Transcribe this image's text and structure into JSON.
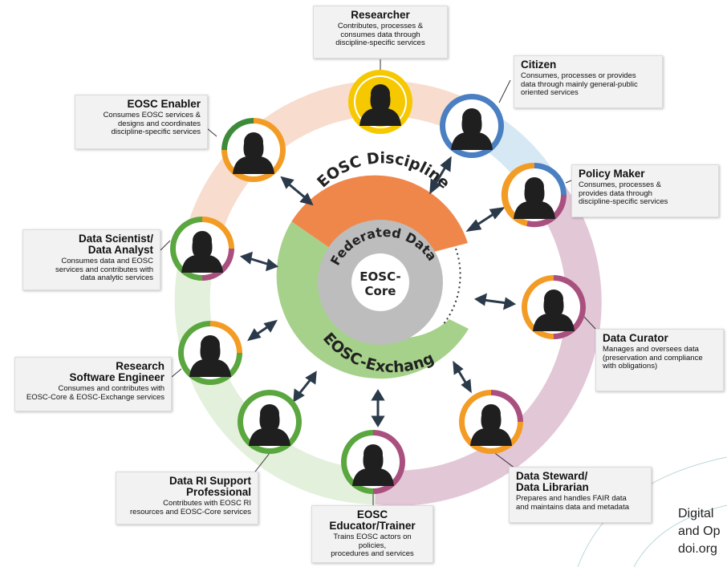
{
  "rings": {
    "discipline": "EOSC Discipline",
    "federated": "Federated Data",
    "core_line1": "EOSC-",
    "core_line2": "Core",
    "exchange": "EOSC-Exchange"
  },
  "actors": [
    {
      "id": "researcher",
      "title": "Researcher",
      "desc": [
        "Contributes, processes &",
        "consumes  data through",
        "discipline-specific services"
      ]
    },
    {
      "id": "citizen",
      "title": "Citizen",
      "desc": [
        "Consumes, processes or provides",
        "data through mainly general-public",
        "oriented services"
      ]
    },
    {
      "id": "policy",
      "title": "Policy Maker",
      "desc": [
        "Consumes, processes &",
        "provides data through",
        "discipline-specific services"
      ]
    },
    {
      "id": "curator",
      "title": "Data Curator",
      "desc": [
        "Manages and oversees data",
        "(preservation and compliance",
        "with obligations)"
      ]
    },
    {
      "id": "steward",
      "title": [
        "Data Steward/",
        "Data Librarian"
      ],
      "desc": [
        "Prepares and handles FAIR data",
        "and maintains data and metadata"
      ]
    },
    {
      "id": "educator",
      "title": [
        "EOSC",
        "Educator/Trainer"
      ],
      "desc": [
        "Trains EOSC actors on policies,",
        "procedures and services"
      ]
    },
    {
      "id": "support",
      "title": [
        "Data RI Support",
        "Professional"
      ],
      "desc": [
        "Contributes with EOSC RI",
        "resources and EOSC-Core services"
      ]
    },
    {
      "id": "rse",
      "title": [
        "Research",
        "Software Engineer"
      ],
      "desc": [
        "Consumes and contributes with",
        "EOSC-Core & EOSC-Exchange services"
      ]
    },
    {
      "id": "scientist",
      "title": [
        "Data Scientist/",
        "Data Analyst"
      ],
      "desc": [
        "Consumes data and EOSC",
        "services and contributes with",
        "data analytic services"
      ]
    },
    {
      "id": "enabler",
      "title": "EOSC Enabler",
      "desc": [
        "Consumes EOSC services &",
        "designs and coordinates",
        "discipline-specific services"
      ]
    }
  ],
  "footer": [
    "Digital",
    "and Op",
    "doi.org"
  ],
  "colors": {
    "peach": "#f8dccd",
    "lightblue": "#d6e8f4",
    "mauve": "#e2c7d6",
    "lightgreen": "#e3f0dc",
    "orange": "#f0874a",
    "green": "#7fbf5e",
    "grey": "#b4b4b4",
    "darkgrey": "#9e9e9e",
    "ring_orange": "#f39c25",
    "ring_green": "#5aa63f",
    "ring_blue": "#4a7fc1",
    "ring_purple": "#a9507f",
    "ring_yellow": "#f6c800"
  }
}
